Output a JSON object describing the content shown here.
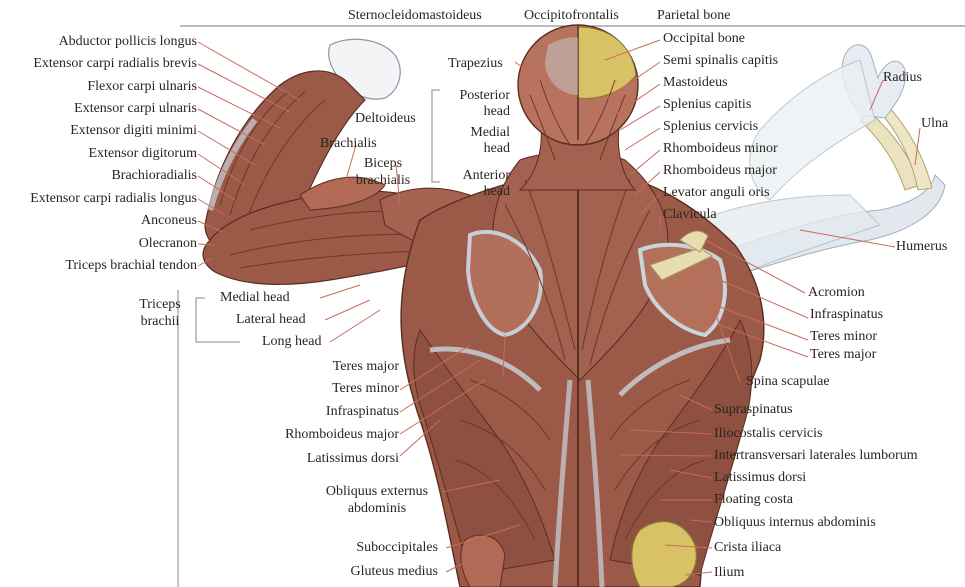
{
  "labels": {
    "sternocleidomastoideus": "Sternocleidomastoideus",
    "occipitofrontalis": "Occipitofrontalis",
    "parietal_bone": "Parietal bone",
    "occipital_bone": "Occipital bone",
    "semispinalis_capitis": "Semi spinalis capitis",
    "mastoideus": "Mastoideus",
    "splenius_capitis": "Splenius capitis",
    "splenius_cervicis": "Splenius cervicis",
    "rhomboideus_minor": "Rhomboideus minor",
    "rhomboideus_major_right": "Rhomboideus major",
    "levator_anguli_oris": "Levator anguli oris",
    "clavicula": "Clavicula",
    "radius": "Radius",
    "ulna": "Ulna",
    "humerus": "Humerus",
    "acromion": "Acromion",
    "infraspinatus_right": "Infraspinatus",
    "teres_minor_right": "Teres minor",
    "teres_major_right": "Teres major",
    "spina_scapulae": "Spina scapulae",
    "supraspinatus": "Supraspinatus",
    "iliocostalis_cervicis": "Iliocostalis cervicis",
    "intertransversari": "Intertransversari laterales lumborum",
    "latissimus_dorsi_right": "Latissimus dorsi",
    "floating_costa": "Floating costa",
    "obliquus_internus": "Obliquus internus abdominis",
    "crista_iliaca": "Crista iliaca",
    "ilium": "Ilium",
    "abductor_pollicis_longus": "Abductor pollicis longus",
    "ext_carpi_radialis_brevis": "Extensor carpi radialis brevis",
    "flexor_carpi_ulnaris": "Flexor carpi ulnaris",
    "ext_carpi_ulnaris": "Extensor carpi ulnaris",
    "ext_digiti_minimi": "Extensor digiti minimi",
    "ext_digitorum": "Extensor digitorum",
    "brachioradialis": "Brachioradialis",
    "ext_carpi_radialis_longus": "Extensor carpi radialis longus",
    "anconeus": "Anconeus",
    "olecranon": "Olecranon",
    "triceps_tendon": "Triceps brachial tendon",
    "triceps_brachii_1": "Triceps",
    "triceps_brachii_2": "brachii",
    "medial_head_triceps": "Medial head",
    "lateral_head": "Lateral head",
    "long_head": "Long head",
    "brachialis": "Brachialis",
    "biceps_1": "Biceps",
    "biceps_2": "brachialis",
    "trapezius": "Trapezius",
    "deltoideus": "Deltoideus",
    "posterior_head_1": "Posterior",
    "posterior_head_2": "head",
    "medial_head_delt_1": "Medial",
    "medial_head_delt_2": "head",
    "anterior_head_1": "Anterior",
    "anterior_head_2": "head",
    "teres_major_left": "Teres major",
    "teres_minor_left": "Teres minor",
    "infraspinatus_left": "Infraspinatus",
    "rhomboideus_major_left": "Rhomboideus major",
    "latissimus_dorsi_left": "Latissimus dorsi",
    "obliquus_externus_1": "Obliquus externus",
    "obliquus_externus_2": "abdominis",
    "suboccipitales": "Suboccipitales",
    "gluteus_medius": "Gluteus medius"
  },
  "colors": {
    "muscle": "#9b5a48",
    "muscle_dark": "#6e3528",
    "muscle_light": "#c98b74",
    "bone": "#e8ddb0",
    "bone_gold": "#d9c266",
    "fascia": "#c9d4dc",
    "tendon": "#e6e8ea",
    "leader_red": "#c96a5a",
    "text": "#2a2520"
  }
}
